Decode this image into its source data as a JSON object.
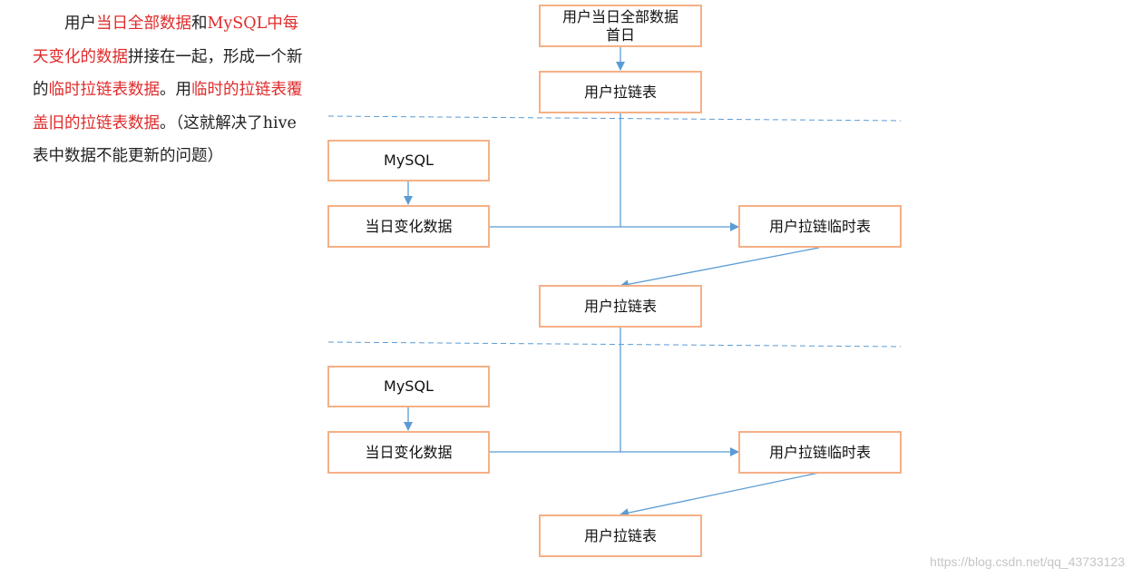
{
  "description": {
    "segments": [
      {
        "text": "用户",
        "highlight": false
      },
      {
        "text": "当日全部数据",
        "highlight": true
      },
      {
        "text": "和",
        "highlight": false
      },
      {
        "text": "MySQL中每天变化的数据",
        "highlight": true
      },
      {
        "text": "拼接在一起，形成一个新的",
        "highlight": false
      },
      {
        "text": "临时拉链表数据",
        "highlight": true
      },
      {
        "text": "。用",
        "highlight": false
      },
      {
        "text": "临时的拉链表覆盖旧的拉链表数据",
        "highlight": true
      },
      {
        "text": "。（这就解决了hive表中数据不能更新的问题）",
        "highlight": false
      }
    ]
  },
  "diagram": {
    "top_box": {
      "line1": "用户当日全部数据",
      "line2": "首日"
    },
    "user_zip_table_1": "用户拉链表",
    "stage_1": {
      "mysql": "MySQL",
      "daily_changes": "当日变化数据",
      "temp_zip_table": "用户拉链临时表",
      "user_zip_table": "用户拉链表"
    },
    "stage_2": {
      "mysql": "MySQL",
      "daily_changes": "当日变化数据",
      "temp_zip_table": "用户拉链临时表",
      "user_zip_table": "用户拉链表"
    }
  },
  "watermark": "https://blog.csdn.net/qq_43733123",
  "colors": {
    "box_border": "#f5b086",
    "arrow": "#5b9bd5",
    "dashed_separator": "#5b9bd5",
    "highlight_text": "#e02b2b"
  }
}
